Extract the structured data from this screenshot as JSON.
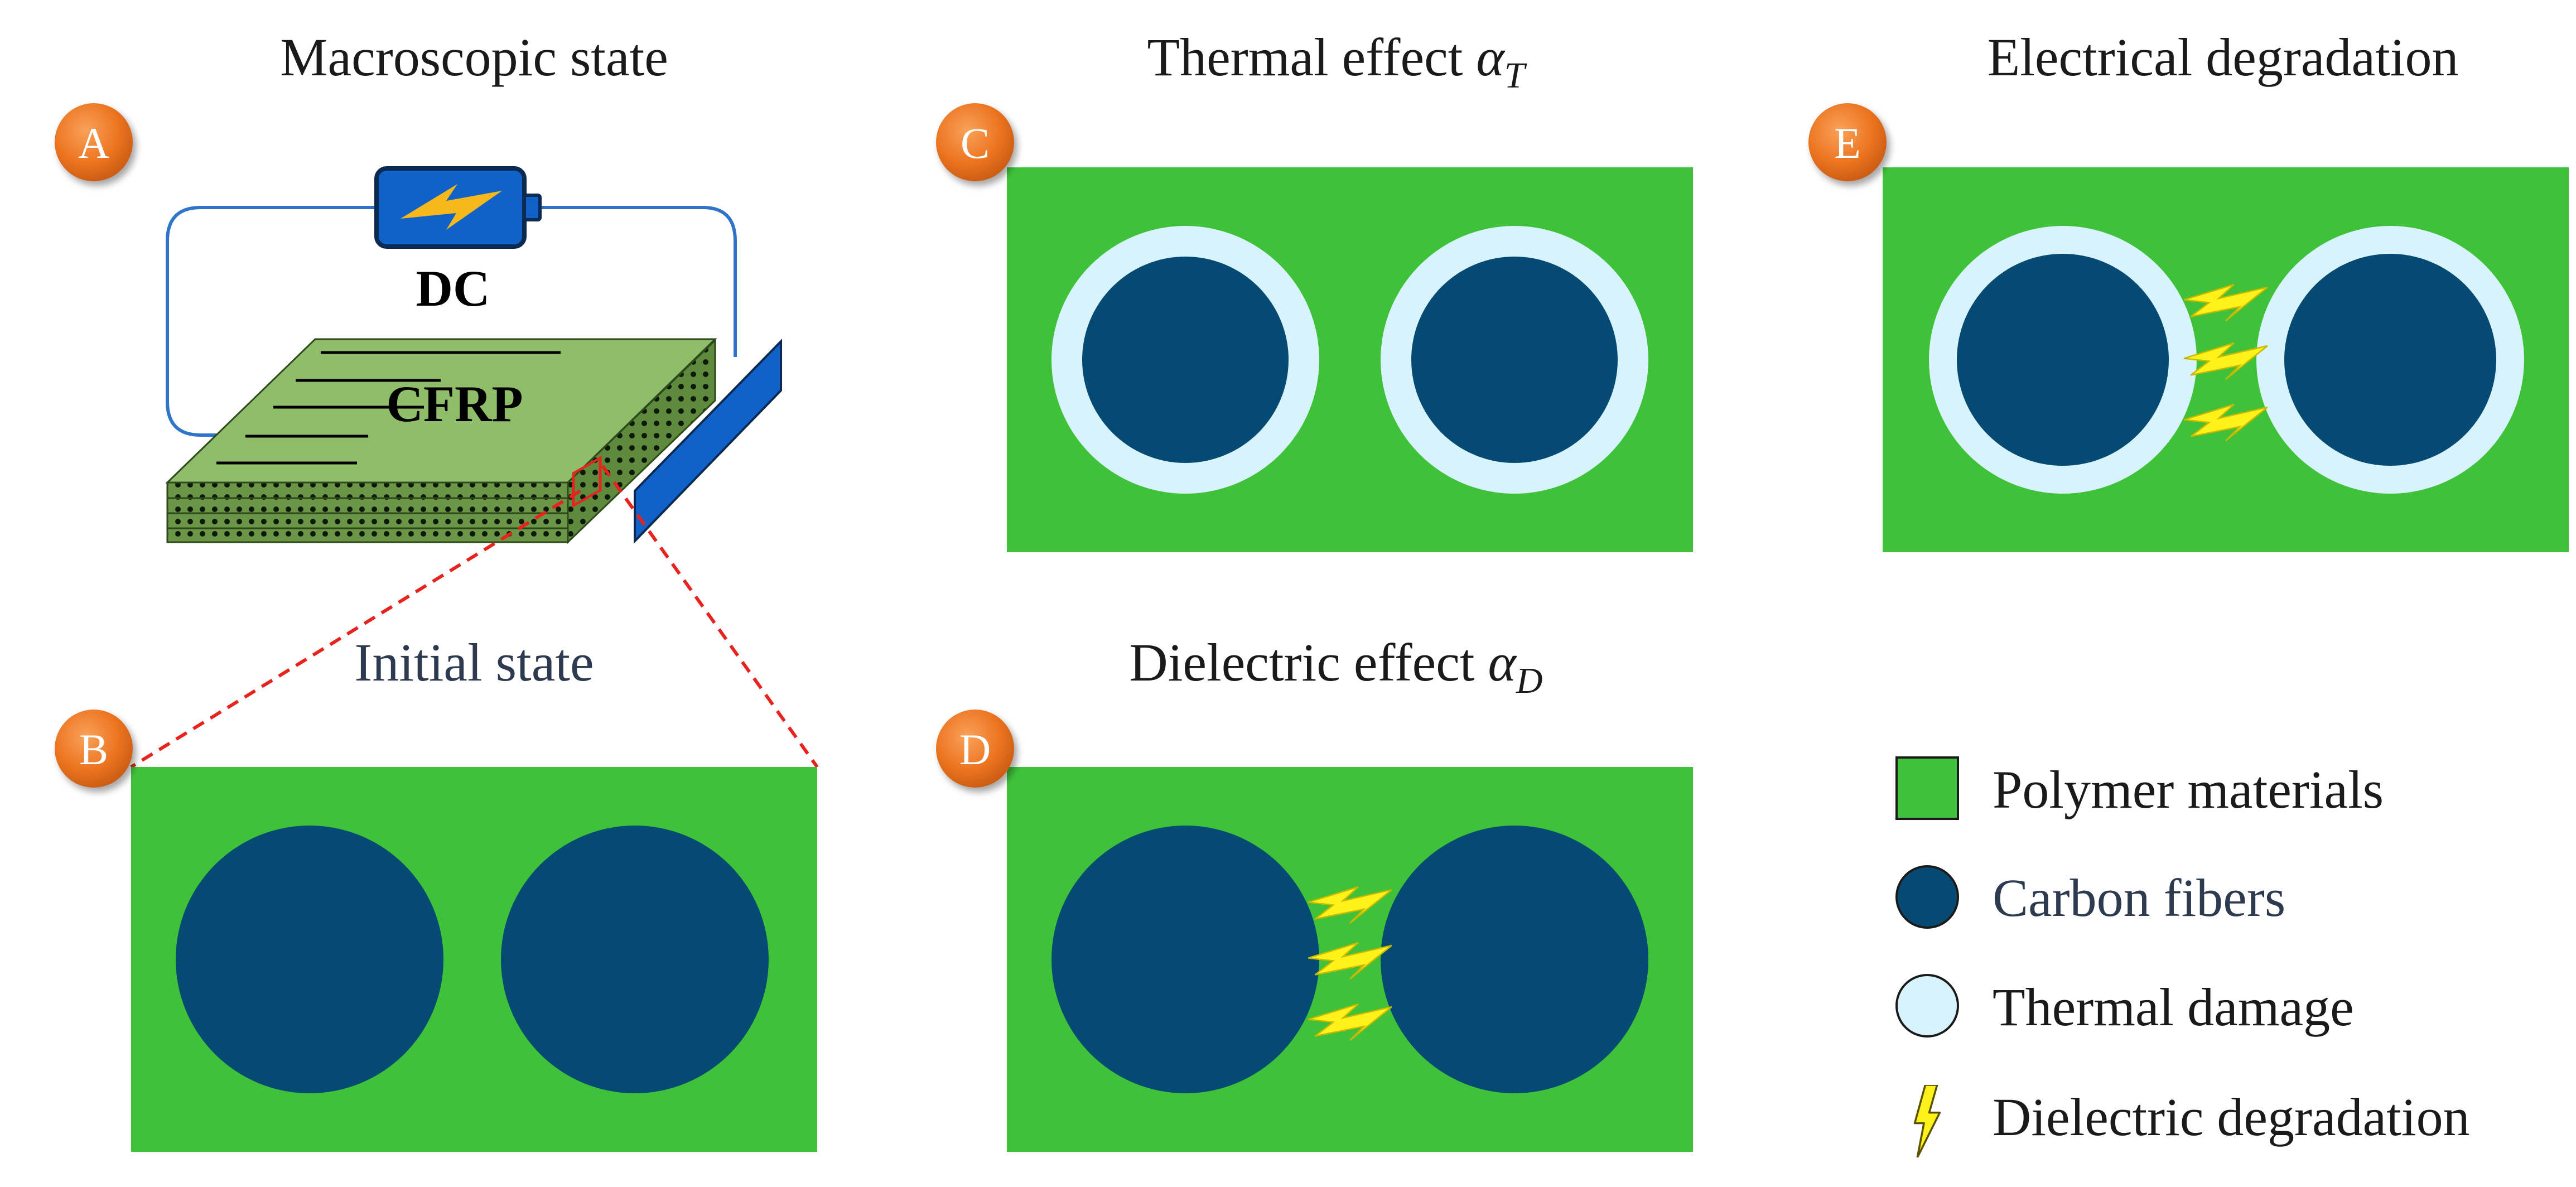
{
  "panels": {
    "A": {
      "badge": "A",
      "title": "Macroscopic state",
      "power_label": "DC",
      "composite_label": "CFRP"
    },
    "B": {
      "badge": "B",
      "title": "Initial state"
    },
    "C": {
      "badge": "C",
      "title_prefix": "Thermal effect ",
      "title_symbol": "α",
      "title_subscript": "T"
    },
    "D": {
      "badge": "D",
      "title_prefix": "Dielectric effect ",
      "title_symbol": "α",
      "title_subscript": "D"
    },
    "E": {
      "badge": "E",
      "title": "Electrical degradation"
    }
  },
  "legend": {
    "polymer": "Polymer materials",
    "carbon": "Carbon fibers",
    "thermal": "Thermal damage",
    "dielectric": "Dielectric degradation"
  },
  "colors": {
    "polymer_green": "#3fc23a",
    "carbon_blue": "#054a72",
    "thermal_light": "#d8f3fb",
    "lightning_yellow": "#fff21a",
    "badge_orange": "#ec7420",
    "plate_green": "#8fbd6a",
    "electrode_blue": "#1062c8",
    "wire_blue": "#2f74c8",
    "dashed_red": "#e8231e"
  }
}
